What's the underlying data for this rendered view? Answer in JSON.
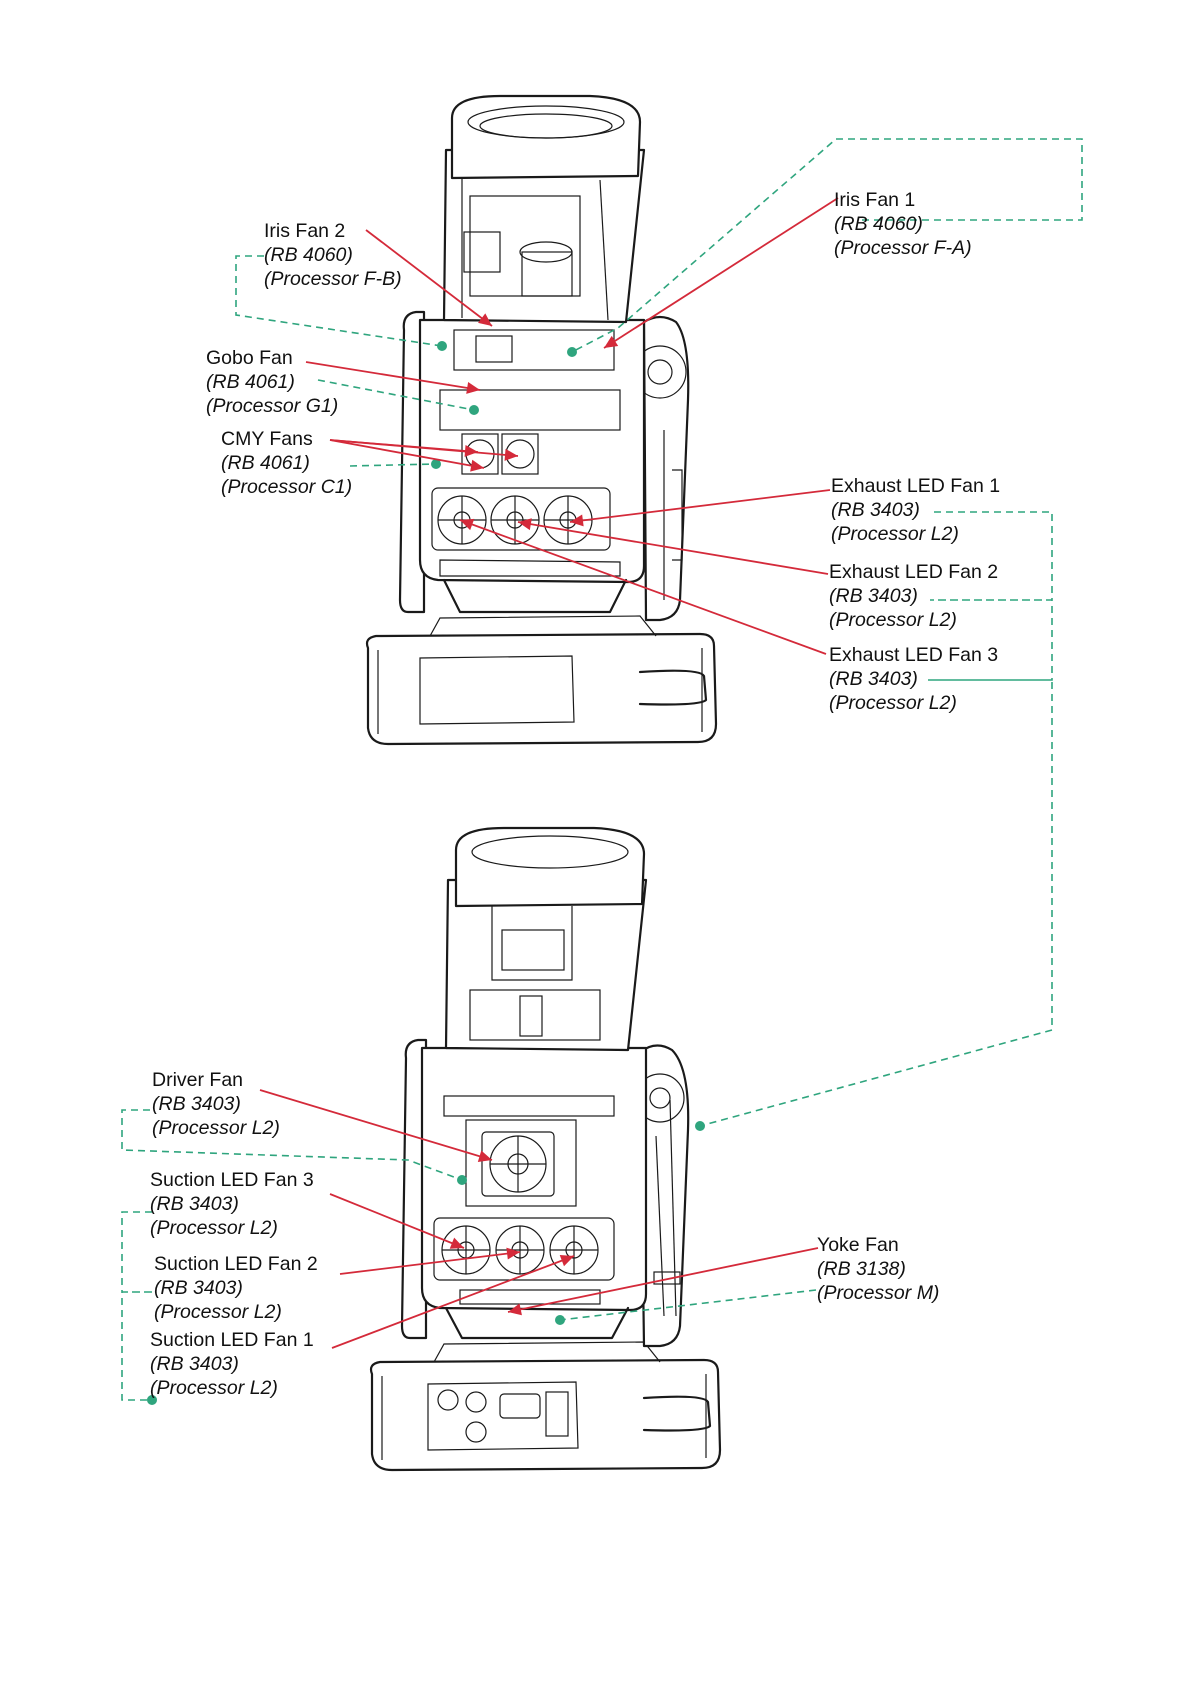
{
  "colors": {
    "fan_arrow": "#d42a3a",
    "processor_link": "#2fa57e",
    "outline": "#1a1a1a"
  },
  "icons": {
    "fan": "fan-icon",
    "moving_head": "moving-head-fixture-icon"
  },
  "top_view": {
    "labels": [
      {
        "id": "iris-fan-1",
        "name": "Iris Fan 1",
        "part": "(RB 4060)",
        "processor": "(Processor F-A)"
      },
      {
        "id": "iris-fan-2",
        "name": "Iris Fan 2",
        "part": "(RB 4060)",
        "processor": "(Processor F-B)"
      },
      {
        "id": "gobo-fan",
        "name": "Gobo Fan",
        "part": "(RB 4061)",
        "processor": "(Processor G1)"
      },
      {
        "id": "cmy-fans",
        "name": "CMY Fans",
        "part": "(RB 4061)",
        "processor": "(Processor C1)"
      },
      {
        "id": "exhaust-led-fan-1",
        "name": "Exhaust LED Fan 1",
        "part": "(RB 3403)",
        "processor": "(Processor L2)"
      },
      {
        "id": "exhaust-led-fan-2",
        "name": "Exhaust LED Fan 2",
        "part": "(RB 3403)",
        "processor": "(Processor L2)"
      },
      {
        "id": "exhaust-led-fan-3",
        "name": "Exhaust LED Fan 3",
        "part": "(RB 3403)",
        "processor": "(Processor L2)"
      }
    ]
  },
  "bottom_view": {
    "labels": [
      {
        "id": "driver-fan",
        "name": "Driver Fan",
        "part": "(RB 3403)",
        "processor": "(Processor L2)"
      },
      {
        "id": "suction-led-fan-3",
        "name": "Suction LED Fan 3",
        "part": "(RB 3403)",
        "processor": "(Processor  L2)"
      },
      {
        "id": "suction-led-fan-2",
        "name": "Suction LED Fan 2",
        "part": "(RB 3403)",
        "processor": "(Processor  L2)"
      },
      {
        "id": "suction-led-fan-1",
        "name": "Suction LED Fan 1",
        "part": "(RB 3403)",
        "processor": "(Processor  L2)"
      },
      {
        "id": "yoke-fan",
        "name": "Yoke Fan",
        "part": "(RB 3138)",
        "processor": "(Processor M)"
      }
    ]
  }
}
